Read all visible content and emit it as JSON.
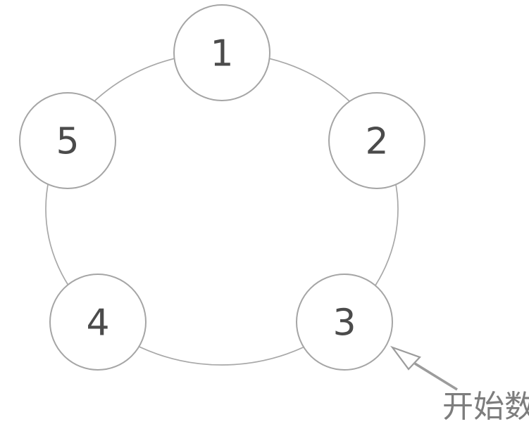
{
  "diagram_type": "counting-circle",
  "colors": {
    "background": "#ffffff",
    "ring_stroke": "#a8a8a8",
    "node_stroke": "#a5a5a5",
    "number_text": "#4b4b4b",
    "arrow": "#9c9c9c",
    "annotation_text": "#7d7d7d"
  },
  "nodes": [
    {
      "label": "1"
    },
    {
      "label": "2"
    },
    {
      "label": "3"
    },
    {
      "label": "4"
    },
    {
      "label": "5"
    }
  ],
  "annotation": {
    "label": "开始数",
    "points_to_node": "3"
  }
}
